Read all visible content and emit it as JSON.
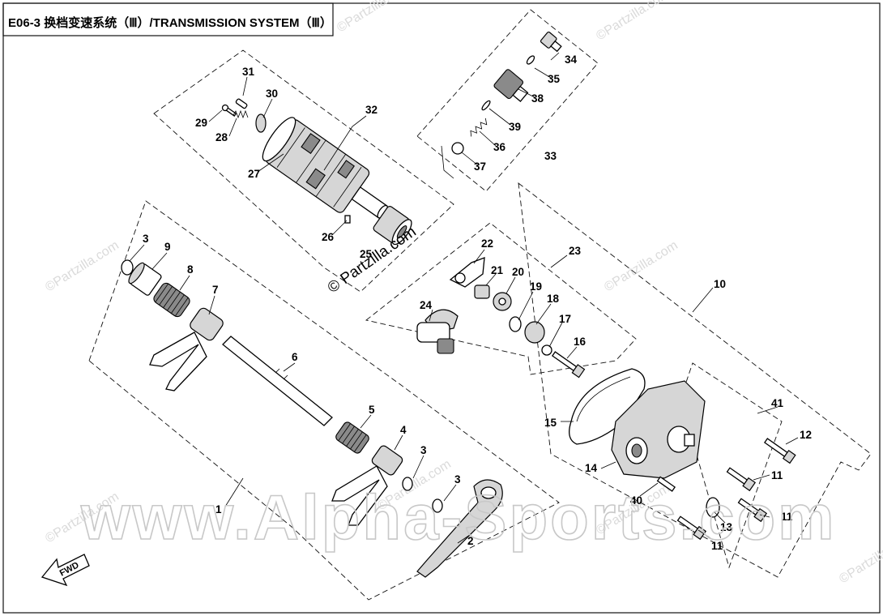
{
  "title": "E06-3 换档变速系统（Ⅲ）/TRANSMISSION SYSTEM（Ⅲ）",
  "watermarks": {
    "large": "www.Alpha-Sports.com",
    "small": "©Partzilla.com",
    "rotated": "© Partzilla.com"
  },
  "fwd_label": "FWD",
  "callouts": {
    "c1": "1",
    "c2": "2",
    "c3a": "3",
    "c3b": "3",
    "c3c": "3",
    "c4": "4",
    "c5": "5",
    "c6": "6",
    "c7": "7",
    "c8": "8",
    "c9": "9",
    "c10": "10",
    "c11a": "11",
    "c11b": "11",
    "c11c": "11",
    "c12": "12",
    "c13": "13",
    "c14": "14",
    "c15": "15",
    "c16": "16",
    "c17": "17",
    "c18": "18",
    "c19": "19",
    "c20": "20",
    "c21": "21",
    "c22": "22",
    "c23": "23",
    "c24": "24",
    "c25": "25",
    "c26": "26",
    "c27": "27",
    "c28": "28",
    "c29": "29",
    "c30": "30",
    "c31": "31",
    "c32": "32",
    "c33": "33",
    "c34": "34",
    "c35": "35",
    "c36": "36",
    "c37": "37",
    "c38": "38",
    "c39": "39",
    "c40": "40",
    "c41": "41"
  }
}
